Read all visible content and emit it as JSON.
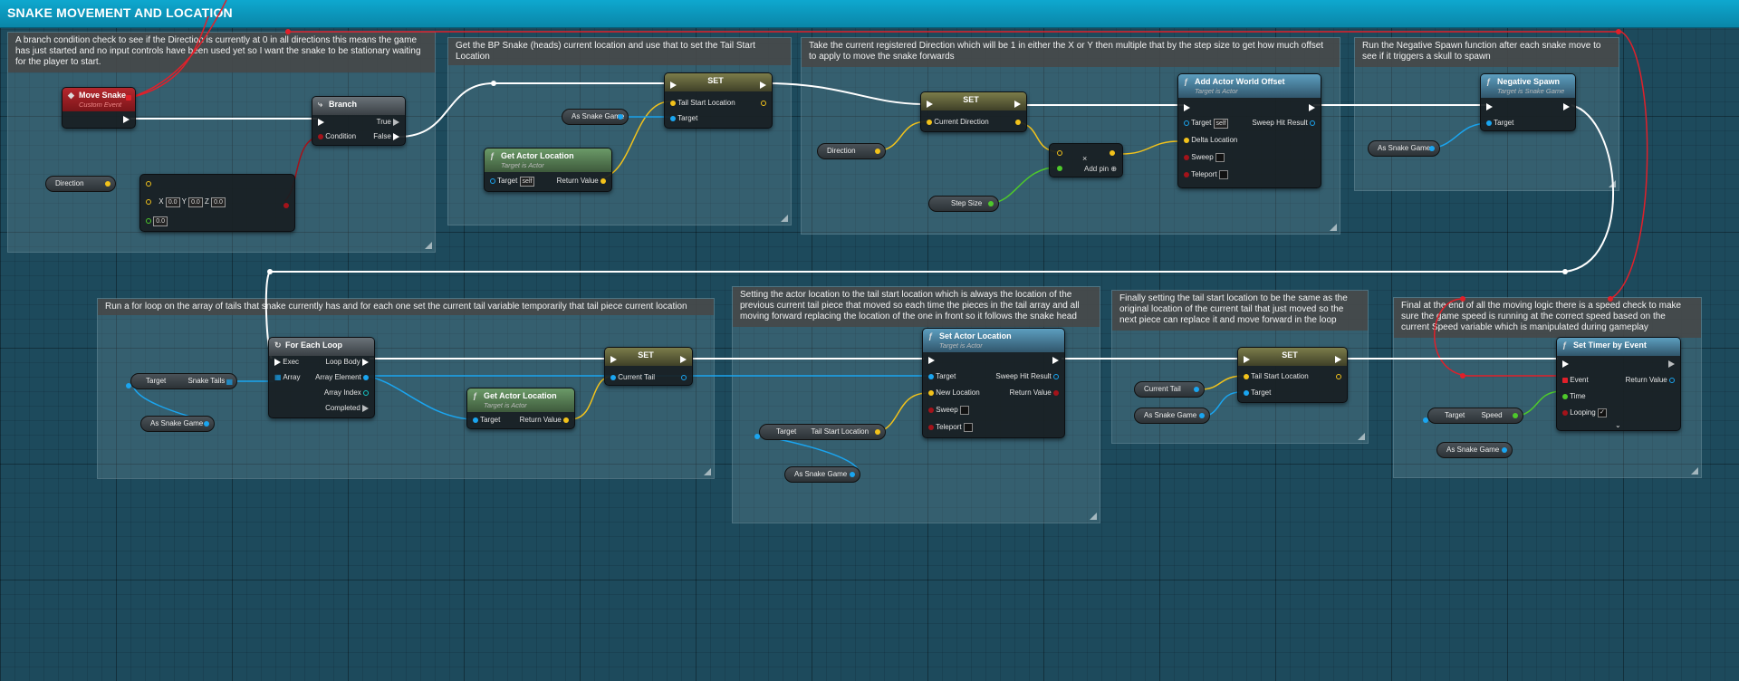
{
  "graph": {
    "title": "SNAKE MOVEMENT AND LOCATION"
  },
  "comments": [
    {
      "text": "A branch condition check to see if the Direction is currently at 0 in all directions this means the game has just started and no input controls have been used yet so I want the snake to be stationary waiting for the player to start."
    },
    {
      "text": "Get the BP Snake (heads) current location and use that to set the Tail Start Location"
    },
    {
      "text": "Take the current registered Direction which will be 1 in either the X or Y then multiple that by the step size to get how much offset to apply to move the snake forwards"
    },
    {
      "text": "Run the Negative Spawn function after each snake move to see if it triggers a skull to spawn"
    },
    {
      "text": "Run a for loop on the array of tails that snake currently has and for each one set the current tail variable temporarily that tail piece current location"
    },
    {
      "text": "Setting the actor location to the tail start location which is always the location of the previous current tail piece that moved so each time the pieces in the tail array and all moving forward replacing the location of the one in front so it follows the snake head"
    },
    {
      "text": "Finally setting the tail start location to be the same as the original location of the current tail that just moved so the next piece can replace it and move forward in the loop"
    },
    {
      "text": "Final at the end of all the moving logic there is a speed check to make sure the game speed is running at the correct speed based on the current Speed variable which is manipulated during gameplay"
    }
  ],
  "nodes": {
    "move_snake": {
      "title": "Move Snake",
      "subtitle": "Custom Event"
    },
    "branch": {
      "title": "Branch",
      "true": "True",
      "condition": "Condition",
      "false": "False"
    },
    "equal": {
      "x_label": "X",
      "x": "0.0",
      "y_label": "Y",
      "y": "0.0",
      "z_label": "Z",
      "z": "0.0",
      "tolerance": "0.0"
    },
    "set1": {
      "title": "SET",
      "pin": "Tail Start Location",
      "target": "Target"
    },
    "get_actor_location1": {
      "title": "Get Actor Location",
      "subtitle": "Target is Actor",
      "target": "Target",
      "self": "self",
      "return": "Return Value"
    },
    "set2": {
      "title": "SET",
      "pin": "Current Direction"
    },
    "add_pin": {
      "symbol": "×",
      "label": "Add pin"
    },
    "add_offset": {
      "title": "Add Actor World Offset",
      "subtitle": "Target is Actor",
      "target": "Target",
      "self": "self",
      "hit": "Sweep Hit Result",
      "delta": "Delta Location",
      "sweep": "Sweep",
      "teleport": "Teleport"
    },
    "negative_spawn": {
      "title": "Negative Spawn",
      "subtitle": "Target is Snake Game",
      "target": "Target"
    },
    "for_each": {
      "title": "For Each Loop",
      "exec": "Exec",
      "body": "Loop Body",
      "array": "Array",
      "element": "Array Element",
      "index": "Array Index",
      "completed": "Completed"
    },
    "set3": {
      "title": "SET",
      "pin": "Current Tail"
    },
    "get_actor_location2": {
      "title": "Get Actor Location",
      "subtitle": "Target is Actor",
      "target": "Target",
      "return": "Return Value"
    },
    "set_actor_location": {
      "title": "Set Actor Location",
      "subtitle": "Target is Actor",
      "target": "Target",
      "new_location": "New Location",
      "hit": "Sweep Hit Result",
      "return": "Return Value",
      "sweep": "Sweep",
      "teleport": "Teleport"
    },
    "set4": {
      "title": "SET",
      "pin": "Tail Start Location",
      "target": "Target"
    },
    "set_timer": {
      "title": "Set Timer by Event",
      "event": "Event",
      "time": "Time",
      "looping": "Looping",
      "return": "Return Value",
      "expand": "⌄"
    }
  },
  "variables": {
    "direction1": "Direction",
    "as_snake_game1": "As Snake Game",
    "direction2": "Direction",
    "step_size": "Step Size",
    "as_snake_game2": "As Snake Game",
    "target_tails": "Target",
    "snake_tails": "Snake Tails",
    "as_snake_game3": "As Snake Game",
    "target_tsl": "Target",
    "tail_start_location": "Tail Start Location",
    "as_snake_game4": "As Snake Game",
    "current_tail": "Current Tail",
    "as_snake_game5": "As Snake Game",
    "target_speed": "Target",
    "speed": "Speed",
    "as_snake_game6": "As Snake Game"
  },
  "colors": {
    "exec": "#ffffff",
    "object": "#1aa5f0",
    "vector": "#f2c21b",
    "bool": "#a3131a",
    "float": "#4ec92b",
    "event_delegate": "#e0202a"
  }
}
